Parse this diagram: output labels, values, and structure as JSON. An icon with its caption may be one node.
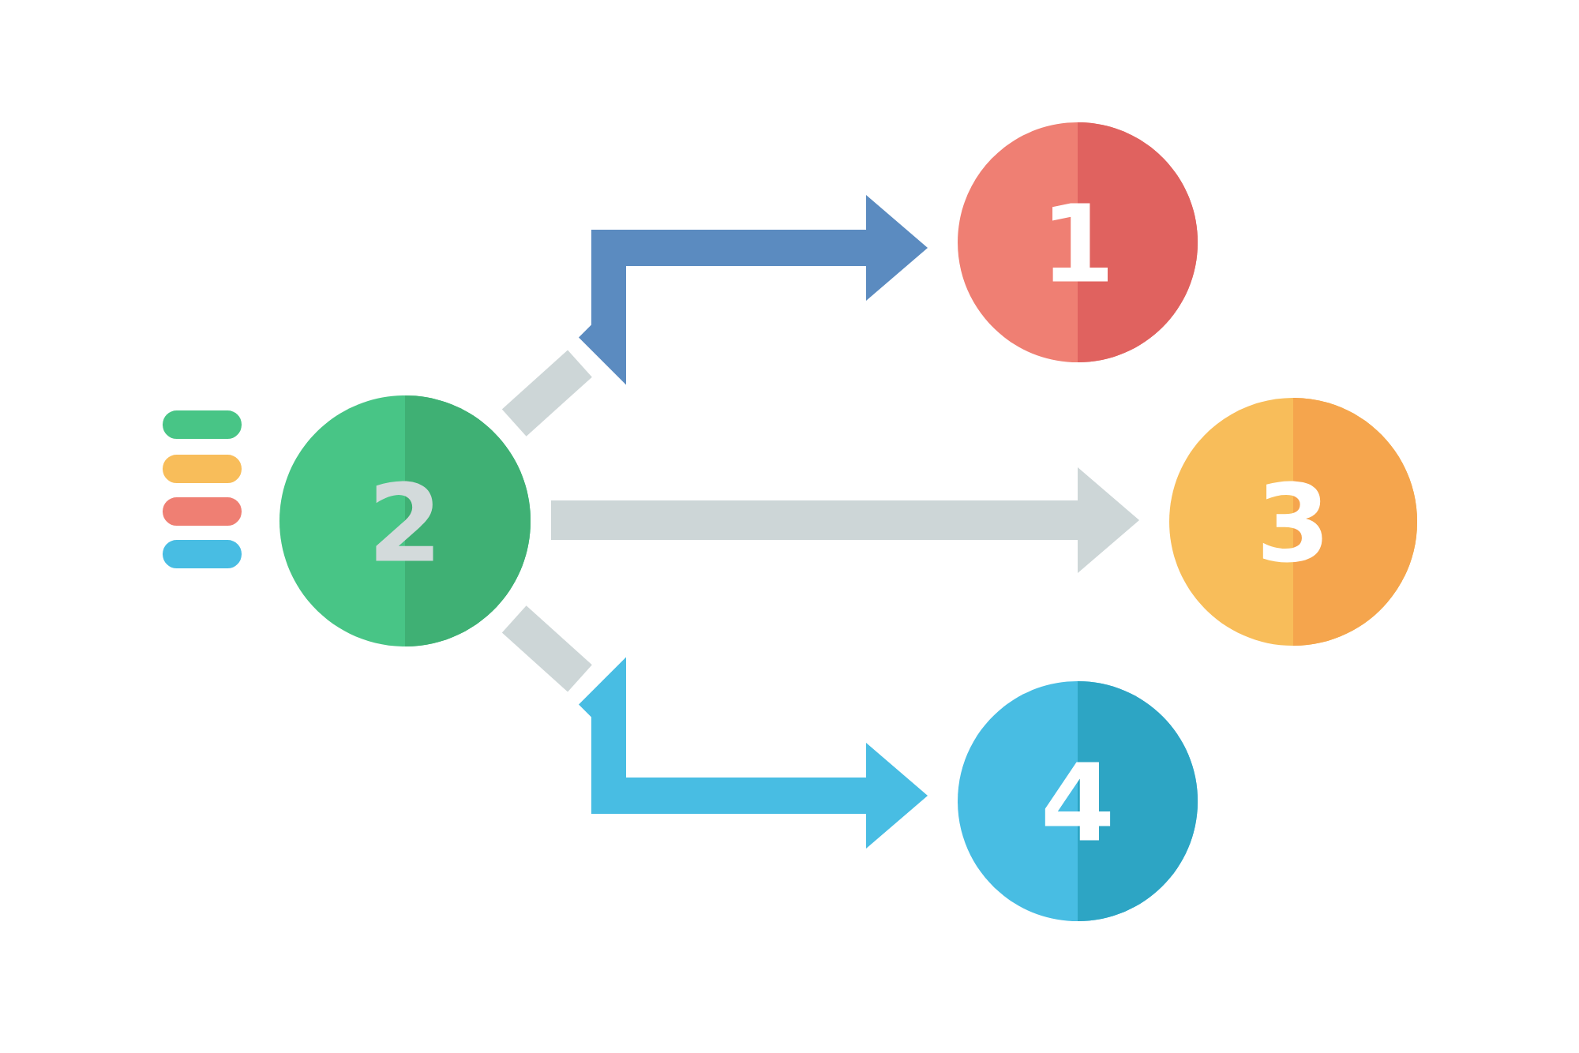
{
  "diagram": {
    "nodes": [
      {
        "text": [
          "1"
        ]
      },
      {
        "text": [
          "2"
        ]
      },
      {
        "text": [
          "3"
        ]
      },
      {
        "text": [
          "4"
        ]
      }
    ],
    "edges": [
      {
        "from": 1,
        "to": 0,
        "arrow": "to",
        "color": "#5b8bc0"
      },
      {
        "from": 1,
        "to": 2,
        "arrow": "to",
        "color": "#cdd6d7"
      },
      {
        "from": 1,
        "to": 3,
        "arrow": "to",
        "color": "#48bde3"
      }
    ]
  }
}
